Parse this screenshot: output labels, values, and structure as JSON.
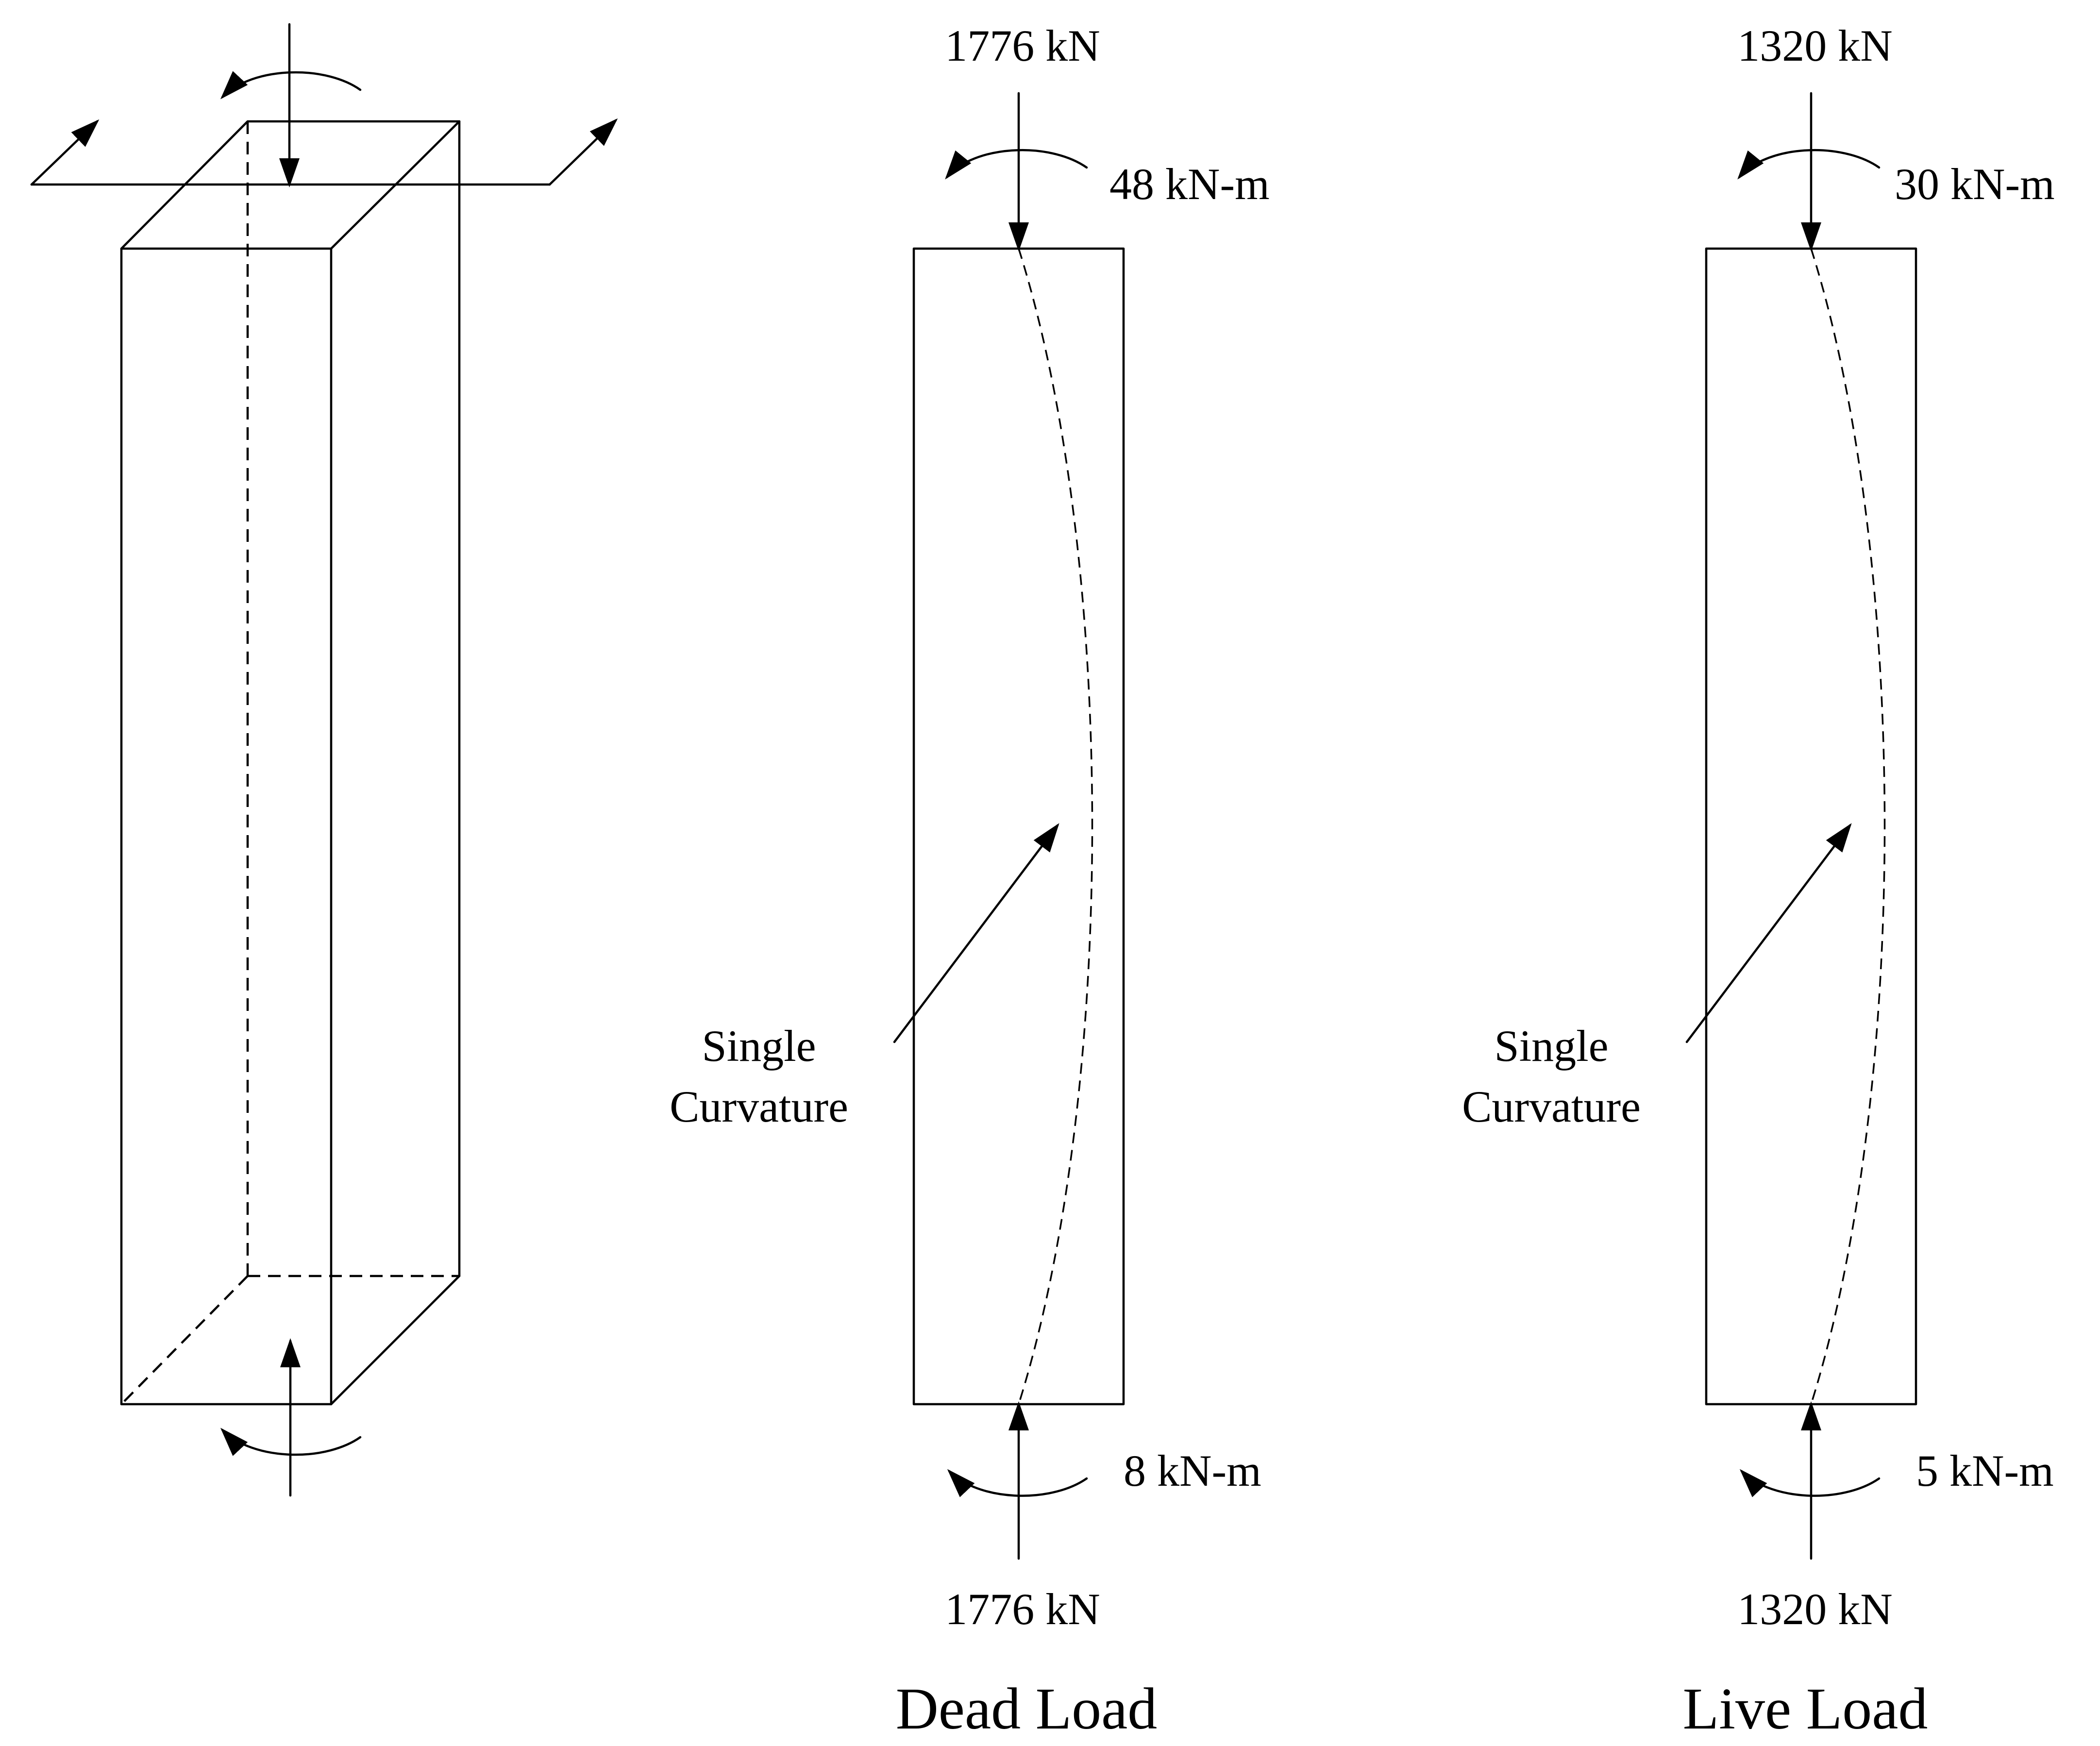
{
  "dead_load": {
    "title": "Dead Load",
    "top_force": "1776 kN",
    "top_moment": "48 kN-m",
    "bottom_moment": "8 kN-m",
    "bottom_force": "1776 kN",
    "curvature_line1": "Single",
    "curvature_line2": "Curvature"
  },
  "live_load": {
    "title": "Live Load",
    "top_force": "1320 kN",
    "top_moment": "30 kN-m",
    "bottom_moment": "5 kN-m",
    "bottom_force": "1320 kN",
    "curvature_line1": "Single",
    "curvature_line2": "Curvature"
  }
}
